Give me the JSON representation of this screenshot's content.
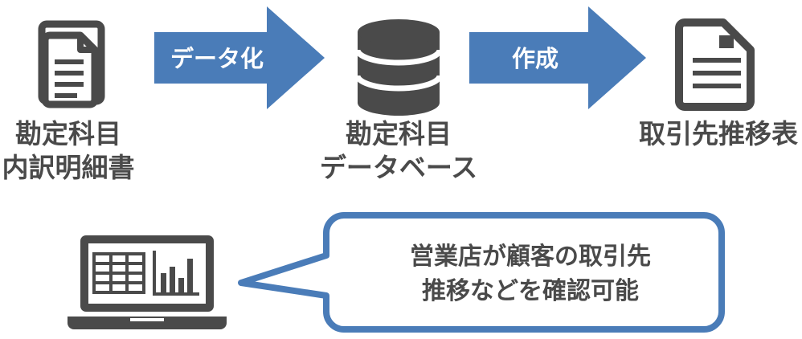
{
  "colors": {
    "icon": "#4a4a4a",
    "arrow": "#4a7cb8",
    "bubble_border": "#4a7cb8",
    "text": "#4a4a4a"
  },
  "icons": {
    "source_doc": "documents-stack-icon",
    "database": "database-icon",
    "report": "report-document-icon",
    "laptop": "laptop-chart-icon"
  },
  "steps": [
    {
      "label_line1": "勘定科目",
      "label_line2": "内訳明細書"
    },
    {
      "label_line1": "勘定科目",
      "label_line2": "データベース"
    },
    {
      "label_line1": "取引先推移表"
    }
  ],
  "arrows": [
    {
      "label": "データ化"
    },
    {
      "label": "作成"
    }
  ],
  "bubble": {
    "line1": "営業店が顧客の取引先",
    "line2": "推移などを確認可能"
  }
}
